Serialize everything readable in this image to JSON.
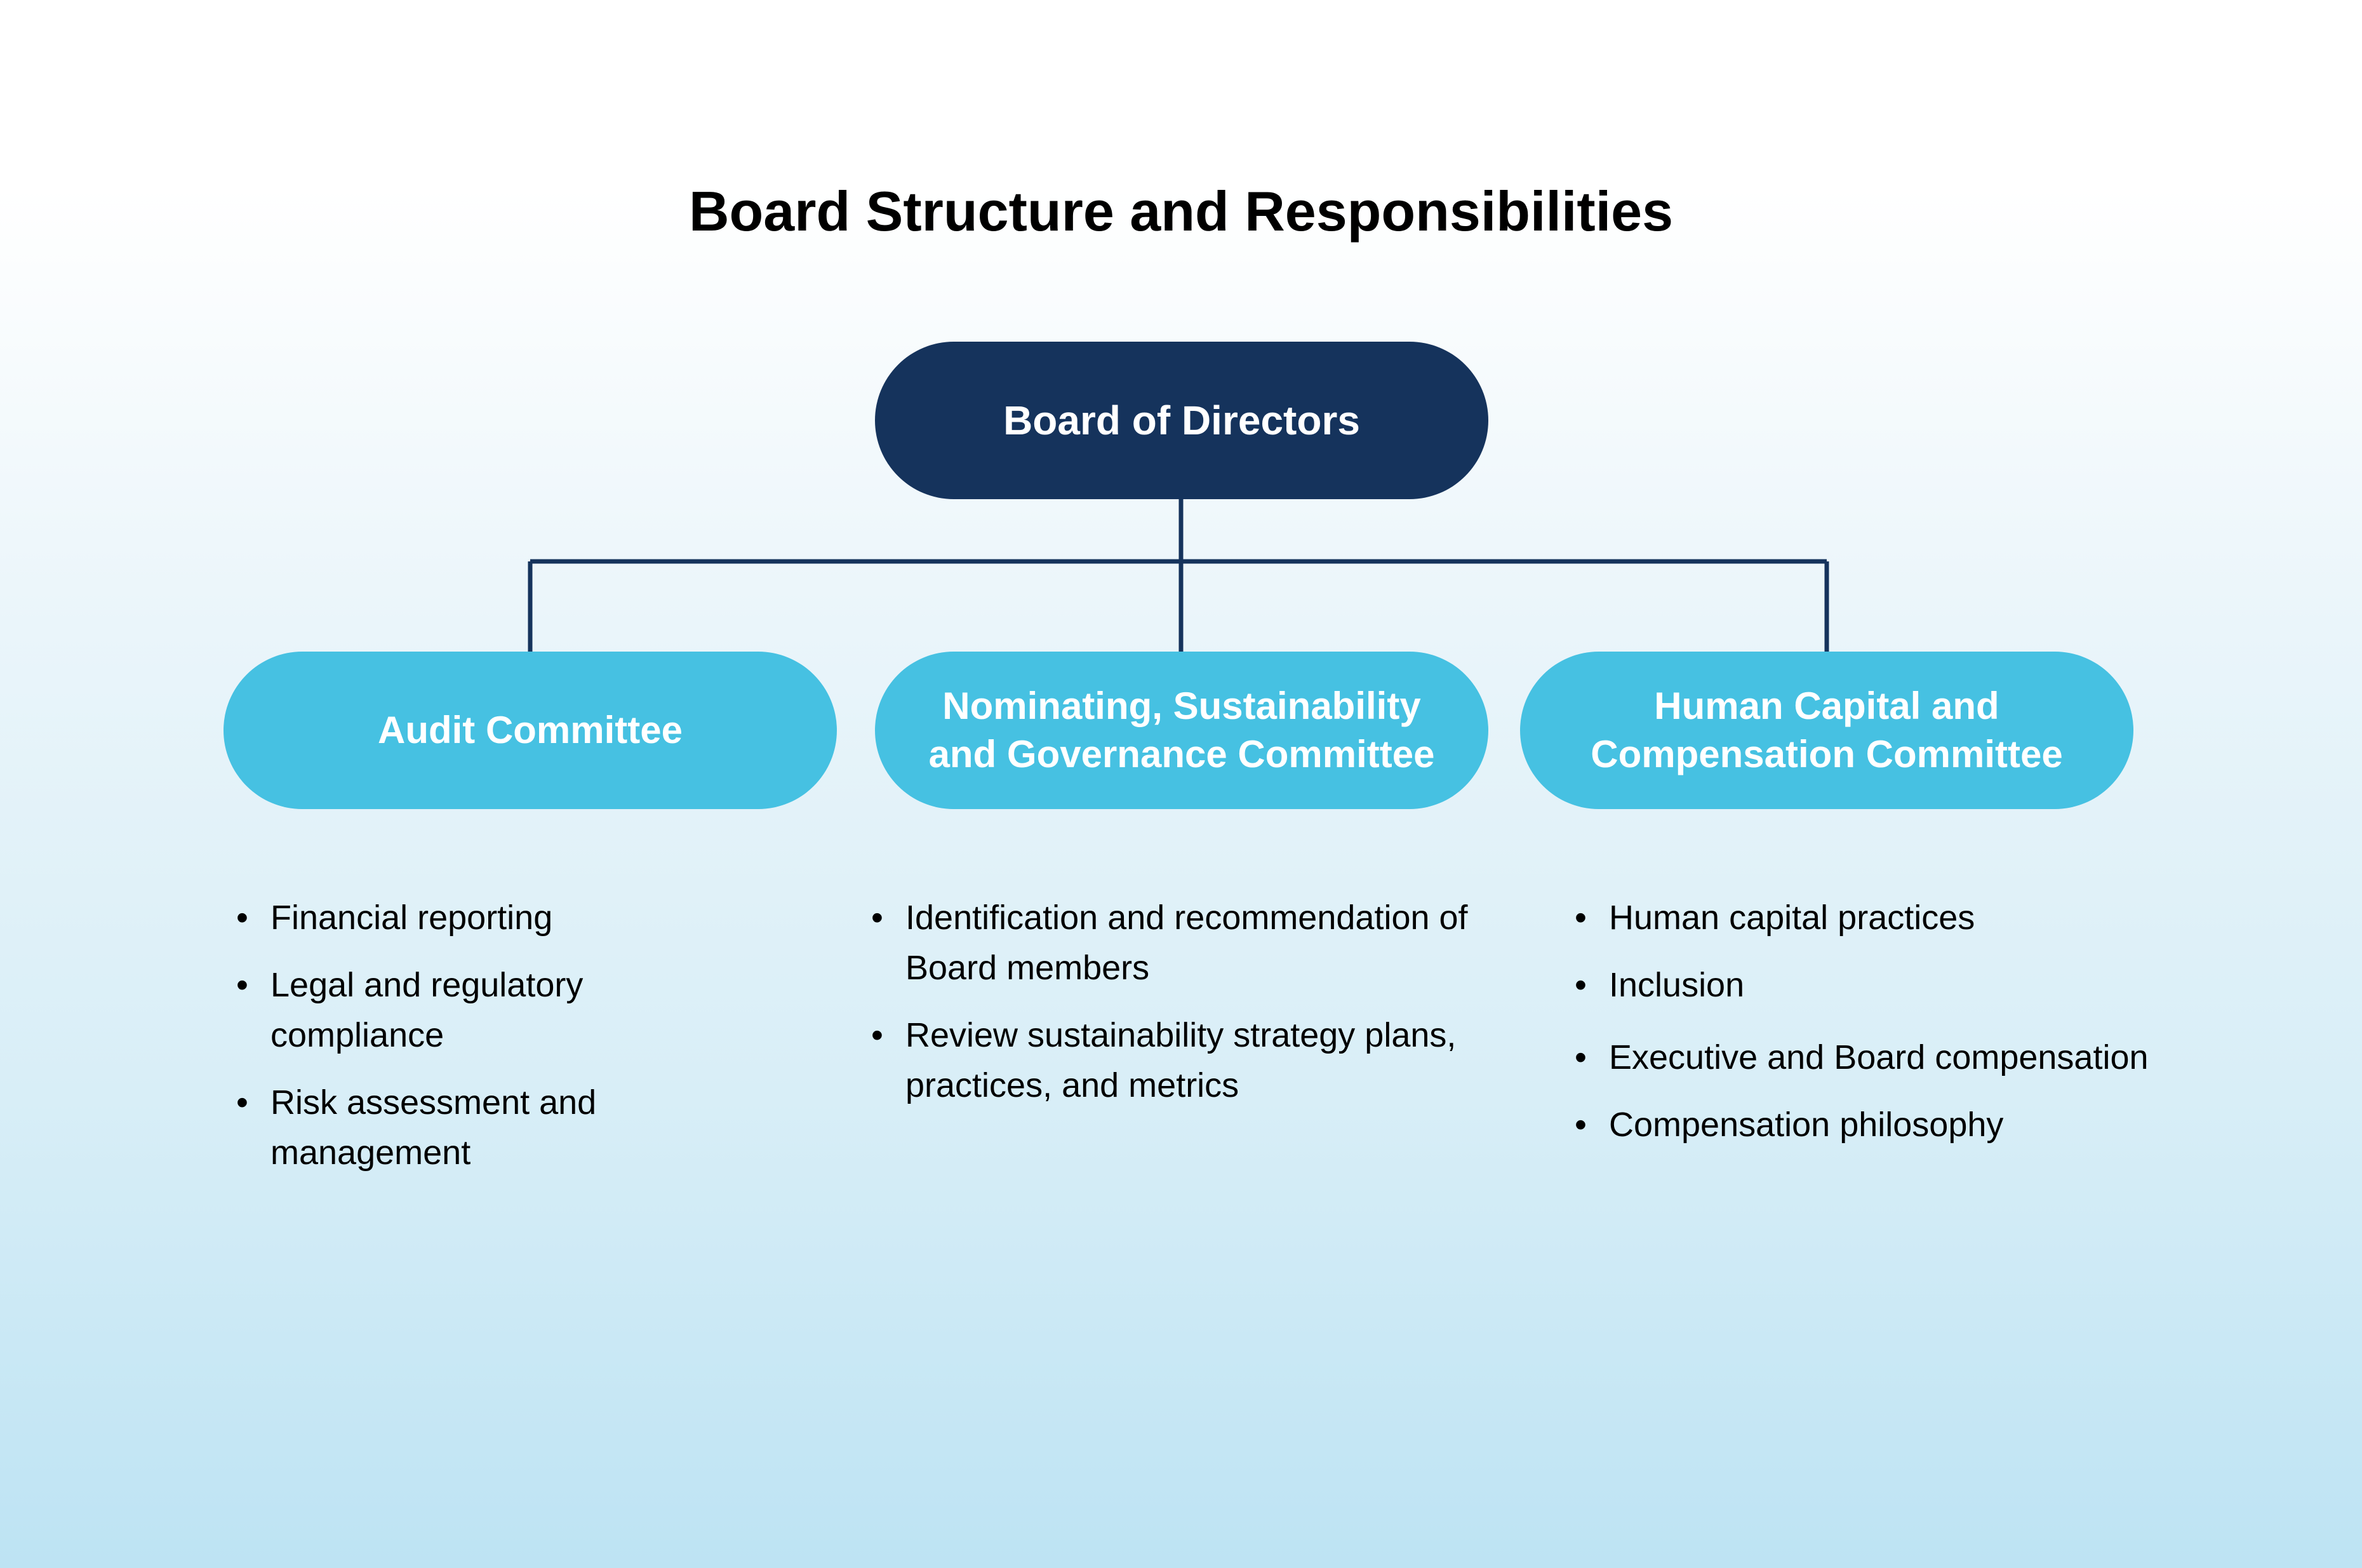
{
  "title": "Board Structure and Responsibilities",
  "root": {
    "label": "Board of Directors"
  },
  "committees": [
    {
      "label": "Audit Committee",
      "duties": [
        "Financial reporting",
        "Legal and regulatory compliance",
        "Risk assessment and management"
      ]
    },
    {
      "label": "Nominating, Sustainability and Governance Committee",
      "duties": [
        "Identification and recommendation of Board members",
        "Review sustainability strategy plans, practices, and metrics"
      ]
    },
    {
      "label": "Human Capital and Compensation Committee",
      "duties": [
        "Human capital practices",
        "Inclusion",
        "Executive and Board compensation",
        "Compensation philosophy"
      ]
    }
  ],
  "bullet_symbol": "•",
  "colors": {
    "root_fill": "#15335c",
    "committee_fill": "#46c1e2",
    "connector": "#15335c",
    "pill_text": "#ffffff",
    "body_text": "#000000"
  }
}
